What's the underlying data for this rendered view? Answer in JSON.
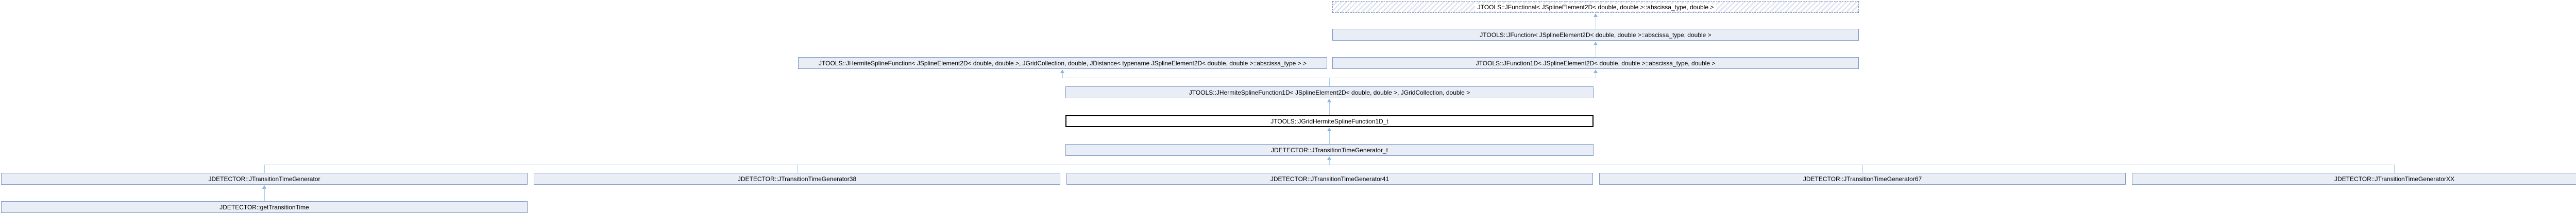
{
  "diagram": {
    "type": "class-inheritance-graph",
    "nodes": {
      "jfunctional": {
        "label": "JTOOLS::JFunctional< JSplineElement2D< double, double >::abscissa_type, double >",
        "style": "dashed-hatched"
      },
      "jfunction": {
        "label": "JTOOLS::JFunction< JSplineElement2D< double, double >::abscissa_type, double >"
      },
      "jhermitesplinefunction": {
        "label": "JTOOLS::JHermiteSplineFunction< JSplineElement2D< double, double >, JGridCollection, double, JDistance< typename JSplineElement2D< double, double >::abscissa_type > >"
      },
      "jfunction1d": {
        "label": "JTOOLS::JFunction1D< JSplineElement2D< double, double >::abscissa_type, double >"
      },
      "jhermitesplinefunction1d": {
        "label": "JTOOLS::JHermiteSplineFunction1D< JSplineElement2D< double, double >, JGridCollection, double >"
      },
      "jgridhermitesplinefunction1d_t": {
        "label": "JTOOLS::JGridHermiteSplineFunction1D_t",
        "style": "current-node-black-border"
      },
      "jtransitiontimegenerator_t": {
        "label": "JDETECTOR::JTransitionTimeGenerator_t"
      },
      "jtransitiontimegenerator": {
        "label": "JDETECTOR::JTransitionTimeGenerator"
      },
      "jtransitiontimegenerator38": {
        "label": "JDETECTOR::JTransitionTimeGenerator38"
      },
      "jtransitiontimegenerator41": {
        "label": "JDETECTOR::JTransitionTimeGenerator41"
      },
      "jtransitiontimegenerator67": {
        "label": "JDETECTOR::JTransitionTimeGenerator67"
      },
      "jtransitiontimegeneratorXX": {
        "label": "JDETECTOR::JTransitionTimeGeneratorXX"
      },
      "gettransitiontime": {
        "label": "JDETECTOR::getTransitionTime"
      }
    },
    "colors": {
      "node_fill": "#E9EDF6",
      "node_border": "#7E97C6",
      "current_node_border": "#000000",
      "current_node_fill": "#FFFFFF",
      "edge_line": "#AACFEC",
      "edge_arrow": "#8EB3DC",
      "background": "#FFFFFF"
    }
  }
}
